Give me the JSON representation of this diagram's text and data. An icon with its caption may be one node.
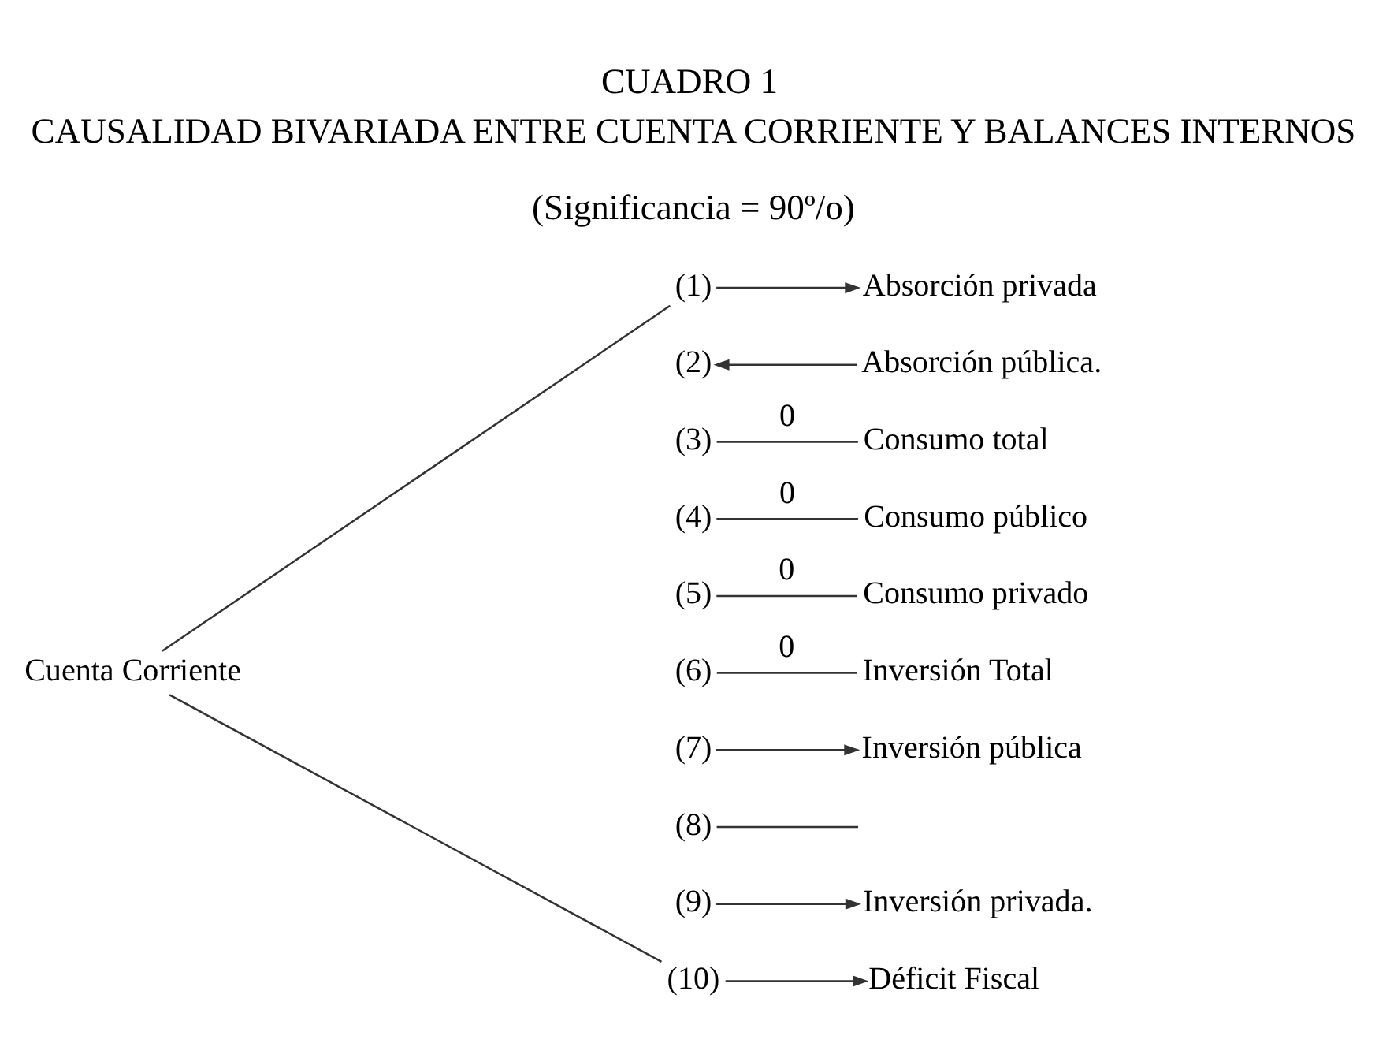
{
  "diagram": {
    "title": "CUADRO 1",
    "nodes": [
      {
        "text": [
          "Cuenta Corriente"
        ]
      },
      {
        "text": [
          "(1)"
        ]
      },
      {
        "text": [
          "Absorción privada"
        ]
      },
      {
        "text": [
          "(2)"
        ]
      },
      {
        "text": [
          "Absorción pública."
        ]
      },
      {
        "text": [
          "(3)"
        ]
      },
      {
        "text": [
          "Consumo total"
        ]
      },
      {
        "text": [
          "(4)"
        ]
      },
      {
        "text": [
          "Consumo público"
        ]
      },
      {
        "text": [
          "(5)"
        ]
      },
      {
        "text": [
          "Consumo privado"
        ]
      },
      {
        "text": [
          "(6)"
        ]
      },
      {
        "text": [
          "Inversión Total"
        ]
      },
      {
        "text": [
          "(7)"
        ]
      },
      {
        "text": [
          "Inversión pública"
        ]
      },
      {
        "text": [
          "(8)"
        ]
      },
      {
        "text": [
          "(9)"
        ]
      },
      {
        "text": [
          "Inversión privada."
        ]
      },
      {
        "text": [
          "(10)"
        ]
      },
      {
        "text": [
          "Déficit Fiscal"
        ]
      }
    ],
    "edges": [
      {
        "from": 0,
        "to": 1,
        "arrow": "none"
      },
      {
        "from": 0,
        "to": 18,
        "arrow": "none"
      },
      {
        "from": 1,
        "to": 2,
        "arrow": "to"
      },
      {
        "from": 4,
        "to": 3,
        "arrow": "to"
      },
      {
        "from": 5,
        "to": 6,
        "arrow": "none",
        "label": "0"
      },
      {
        "from": 7,
        "to": 8,
        "arrow": "none",
        "label": "0"
      },
      {
        "from": 9,
        "to": 10,
        "arrow": "none",
        "label": "0"
      },
      {
        "from": 11,
        "to": 12,
        "arrow": "none",
        "label": "0"
      },
      {
        "from": 13,
        "to": 14,
        "arrow": "to"
      },
      {
        "from": 15,
        "to": null,
        "arrow": "none"
      },
      {
        "from": 16,
        "to": 17,
        "arrow": "to"
      },
      {
        "from": 18,
        "to": 19,
        "arrow": "to"
      }
    ],
    "labels": [
      "CAUSALIDAD BIVARIADA ENTRE CUENTA CORRIENTE Y BALANCES INTERNOS",
      "(Significancia = 90º/o)"
    ]
  }
}
